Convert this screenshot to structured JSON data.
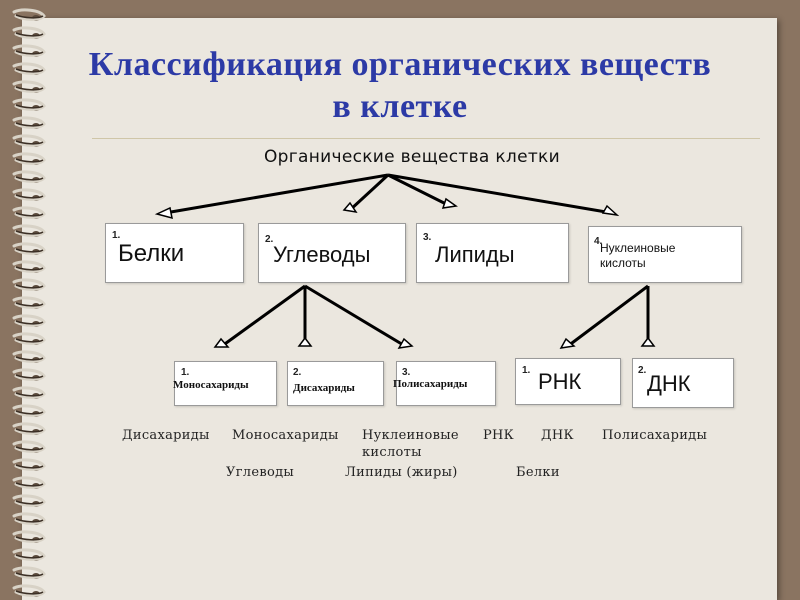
{
  "title": {
    "line1": "Классификация органических веществ",
    "line2": "в клетке"
  },
  "root_label": "Органические вещества клетки",
  "level1": [
    {
      "num": "1.",
      "label": "Белки"
    },
    {
      "num": "2.",
      "label": "Углеводы"
    },
    {
      "num": "3.",
      "label": "Липиды"
    },
    {
      "num": "4.",
      "label": "Нуклеиновые кислоты"
    }
  ],
  "carb_children": [
    {
      "num": "1.",
      "label": "Моносахариды"
    },
    {
      "num": "2.",
      "label": "Дисахариды"
    },
    {
      "num": "3.",
      "label": "Полисахариды"
    }
  ],
  "nucleic_children": [
    {
      "num": "1.",
      "label": "РНК"
    },
    {
      "num": "2.",
      "label": "ДНК"
    }
  ],
  "word_bank": {
    "row1": [
      "Дисахариды",
      "Моносахариды",
      "Нуклеиновые",
      "РНК",
      "ДНК",
      "Полисахариды"
    ],
    "row1b": "кислоты",
    "row2": [
      "Углеводы",
      "Липиды (жиры)",
      "Белки"
    ]
  },
  "colors": {
    "background": "#8a7461",
    "paper": "#ebe7df",
    "title": "#2c3aa6",
    "arrow": "#000000"
  }
}
